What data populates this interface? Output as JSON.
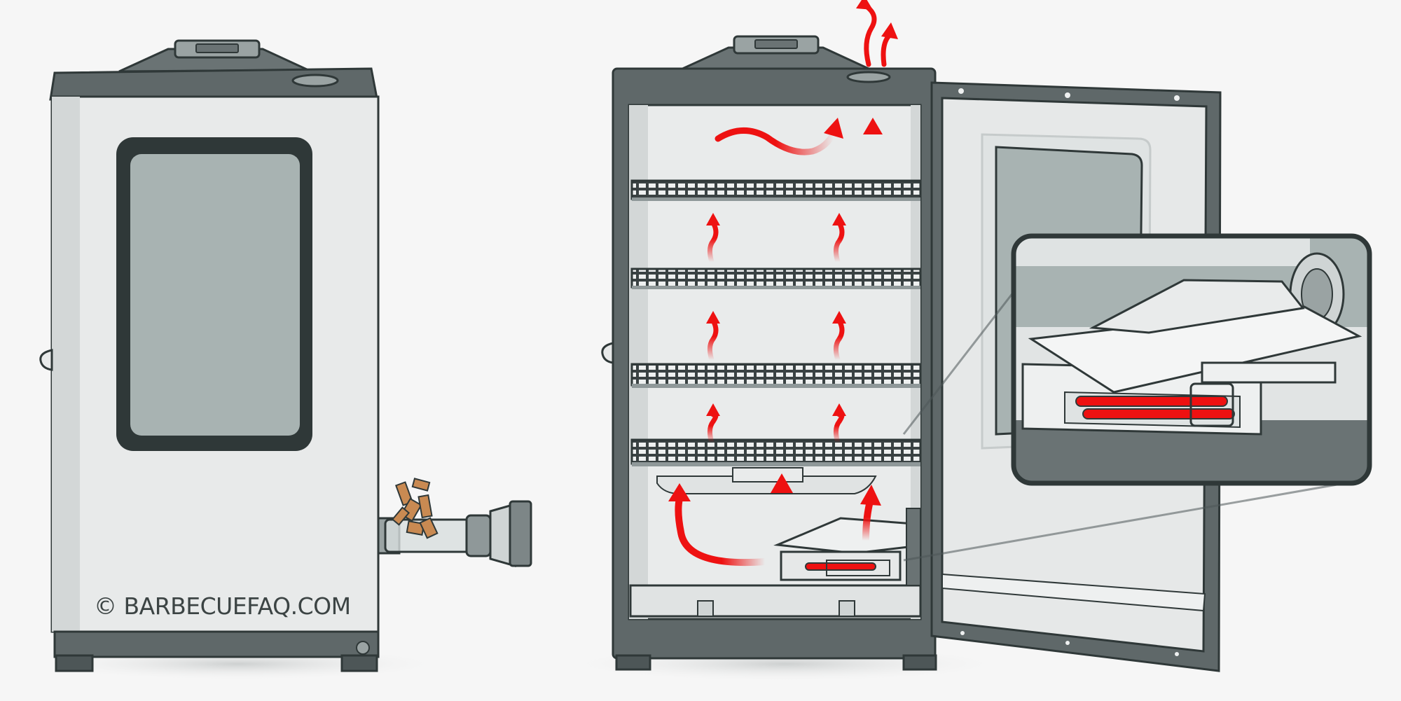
{
  "watermark": "© BARBECUEFAQ.COM",
  "colors": {
    "background": "#f6f6f6",
    "outline": "#2f3838",
    "body_light": "#e6e8e8",
    "body_dark": "#5f6869",
    "glass": "#a8b3b2",
    "heat_arrow": "#ee1111",
    "wood_chips": "#c98a52"
  },
  "parts": [
    "smoker-body-closed",
    "wood-chip-loader",
    "smoker-body-open",
    "cooking-racks",
    "heating-element",
    "magnified-view"
  ],
  "flow_arrows": {
    "direction": "up",
    "count": 12
  },
  "rack_count": 4
}
